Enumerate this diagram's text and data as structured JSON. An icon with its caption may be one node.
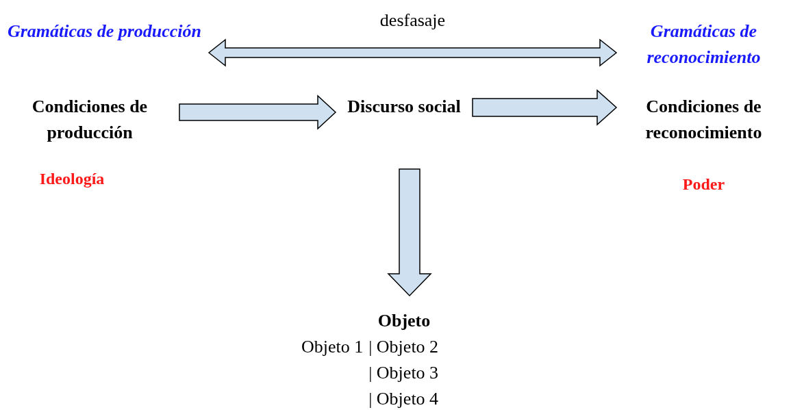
{
  "diagram": {
    "nodes": [
      {
        "text": [
          "Gramáticas de producción"
        ]
      },
      {
        "text": [
          "Gramáticas de reconocimiento"
        ]
      },
      {
        "text": [
          "Condiciones de producción"
        ],
        "beside": [
          "Ideología"
        ]
      },
      {
        "text": [
          "Discurso social"
        ]
      },
      {
        "text": [
          "Condiciones de reconocimiento"
        ],
        "beside": [
          "Poder"
        ]
      },
      {
        "text": [
          "Objeto",
          "Objeto 1",
          "| Objeto 2",
          "| Objeto 3",
          "| Objeto 4"
        ]
      }
    ],
    "edges": [
      {
        "from": 0,
        "to": 1,
        "arrow": "both",
        "label": "desfasaje"
      },
      {
        "from": 2,
        "to": 3,
        "arrow": "to"
      },
      {
        "from": 3,
        "to": 4,
        "arrow": "to"
      },
      {
        "from": 3,
        "to": 5,
        "arrow": "to"
      }
    ]
  }
}
